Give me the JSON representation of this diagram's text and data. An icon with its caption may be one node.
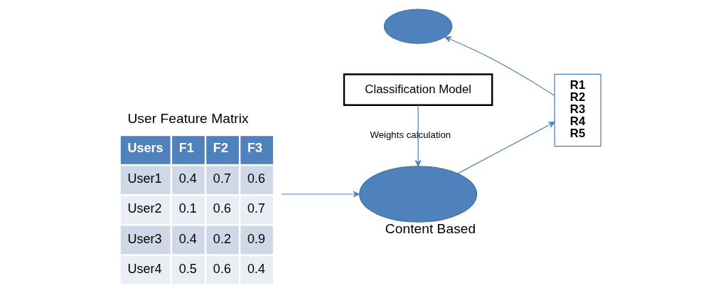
{
  "diagram": {
    "nodes": [
      {
        "text": [
          "User Feature Matrix",
          "Users",
          "F1",
          "F2",
          "F3",
          "User1",
          "0.4",
          "0.7",
          "0.6",
          "User2",
          "0.1",
          "0.6",
          "0.7",
          "User3",
          "0.4",
          "0.2",
          "0.9",
          "User4",
          "0.5",
          "0.6",
          "0.4"
        ]
      },
      {
        "text": [
          "Content Based"
        ]
      },
      {
        "text": [
          "Classification Model"
        ]
      },
      {
        "text": [],
        "shape": "ellipse"
      },
      {
        "text": [
          "R1",
          "R2",
          "R3",
          "R4",
          "R5"
        ]
      }
    ],
    "edges": [
      {
        "from": 0,
        "to": 1,
        "arrow": "to"
      },
      {
        "from": 1,
        "to": 4,
        "arrow": "to"
      },
      {
        "from": 2,
        "to": 1,
        "arrow": "to",
        "label": "Weights calculation"
      },
      {
        "from": 4,
        "to": 3,
        "arrow": "to"
      }
    ]
  }
}
